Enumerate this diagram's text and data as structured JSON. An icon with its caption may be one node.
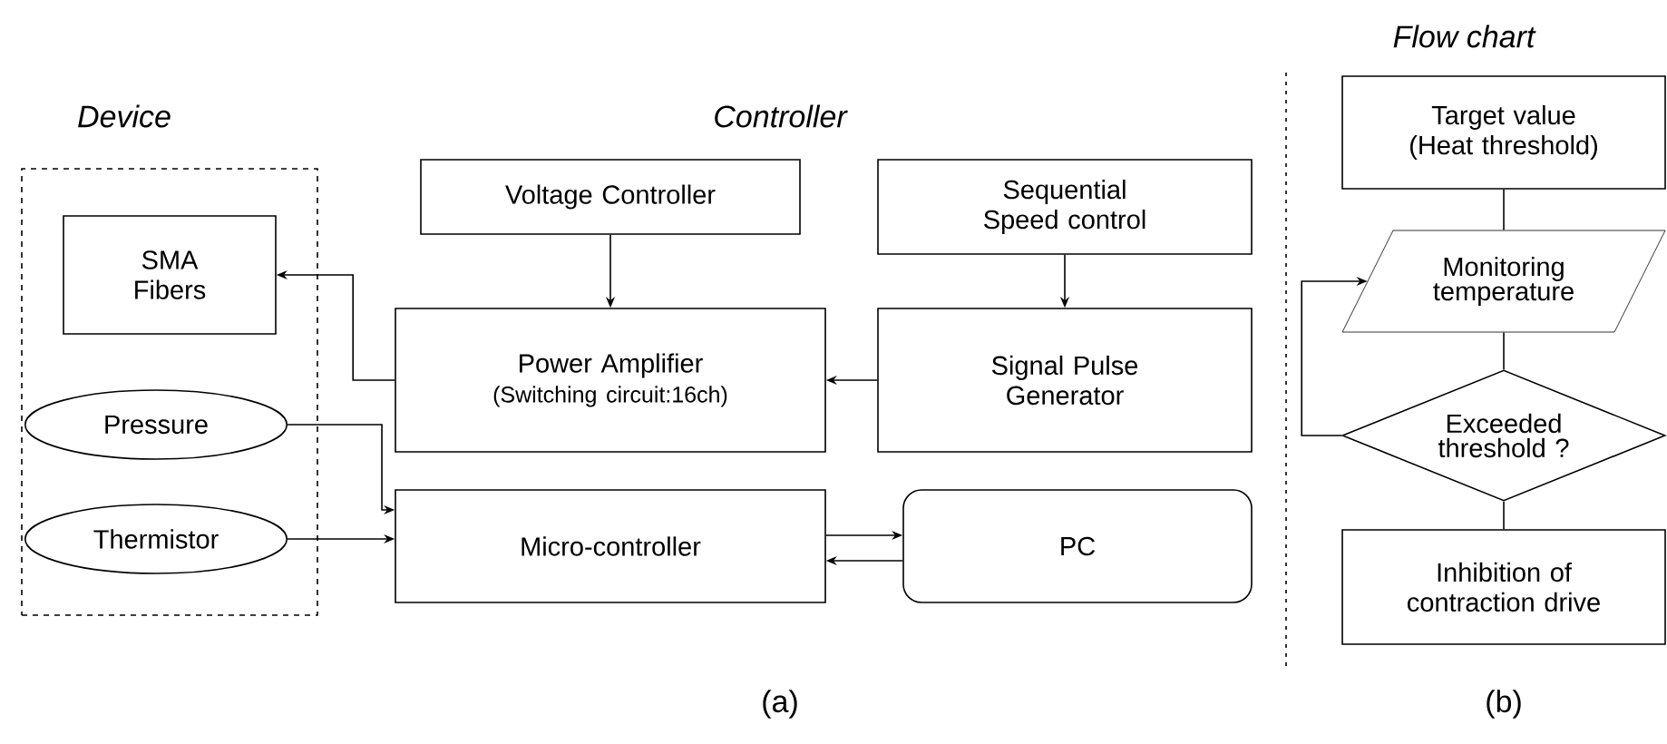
{
  "diagram": {
    "title": "Flow chart",
    "nodes": [
      {
        "text": [
          "Device"
        ]
      },
      {
        "text": [
          "SMA Fibers"
        ],
        "in": 0
      },
      {
        "text": [
          "Pressure"
        ],
        "in": 0
      },
      {
        "text": [
          "Thermistor"
        ],
        "in": 0
      },
      {
        "text": [
          "Voltage Controller"
        ]
      },
      {
        "text": [
          "Sequential Speed control"
        ]
      },
      {
        "text": [
          "Power Amplifier",
          "(Switching circuit:16ch)"
        ]
      },
      {
        "text": [
          "Signal Pulse Generator"
        ]
      },
      {
        "text": [
          "Micro-controller"
        ]
      },
      {
        "text": [
          "PC"
        ]
      },
      {
        "text": [
          "Target value",
          "(Heat threshold)"
        ]
      },
      {
        "text": [
          "Monitoring temperature"
        ]
      },
      {
        "text": [
          "Exceeded threshold ?"
        ]
      },
      {
        "text": [
          "Inhibition of contraction drive"
        ]
      }
    ],
    "edges": [
      {
        "from": 6,
        "to": 1,
        "arrow": "to"
      },
      {
        "from": 4,
        "to": 6,
        "arrow": "to"
      },
      {
        "from": 5,
        "to": 7,
        "arrow": "to"
      },
      {
        "from": 7,
        "to": 6,
        "arrow": "to"
      },
      {
        "from": 2,
        "to": 8,
        "arrow": "to"
      },
      {
        "from": 3,
        "to": 8,
        "arrow": "to"
      },
      {
        "from": 8,
        "to": 9,
        "arrow": "to"
      },
      {
        "from": 9,
        "to": 8,
        "arrow": "to"
      },
      {
        "from": 10,
        "to": 11,
        "arrow": "none"
      },
      {
        "from": 11,
        "to": 12,
        "arrow": "none"
      },
      {
        "from": 12,
        "to": 13,
        "arrow": "none"
      },
      {
        "from": 12,
        "to": 11,
        "arrow": "to"
      }
    ],
    "labels": [
      "Controller",
      "(a)",
      "(b)"
    ]
  }
}
